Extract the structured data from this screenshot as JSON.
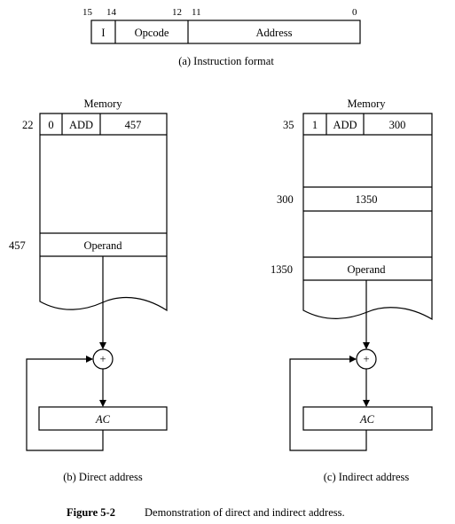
{
  "instruction_format": {
    "bits": {
      "b15": "15",
      "b14": "14",
      "b12": "12",
      "b11": "11",
      "b0": "0"
    },
    "fields": {
      "i": "I",
      "opcode": "Opcode",
      "address": "Address"
    },
    "caption": "(a) Instruction format"
  },
  "direct": {
    "memory_label": "Memory",
    "instruction": {
      "addr": "22",
      "i": "0",
      "op": "ADD",
      "operand_addr": "457"
    },
    "operand_row": {
      "addr": "457",
      "label": "Operand"
    },
    "plus": "+",
    "ac": "AC",
    "caption": "(b) Direct address"
  },
  "indirect": {
    "memory_label": "Memory",
    "instruction": {
      "addr": "35",
      "i": "1",
      "op": "ADD",
      "operand_addr": "300"
    },
    "pointer_row": {
      "addr": "300",
      "value": "1350"
    },
    "operand_row": {
      "addr": "1350",
      "label": "Operand"
    },
    "plus": "+",
    "ac": "AC",
    "caption": "(c) Indirect address"
  },
  "figure": {
    "number": "Figure 5-2",
    "title": "Demonstration of direct and indirect address."
  }
}
